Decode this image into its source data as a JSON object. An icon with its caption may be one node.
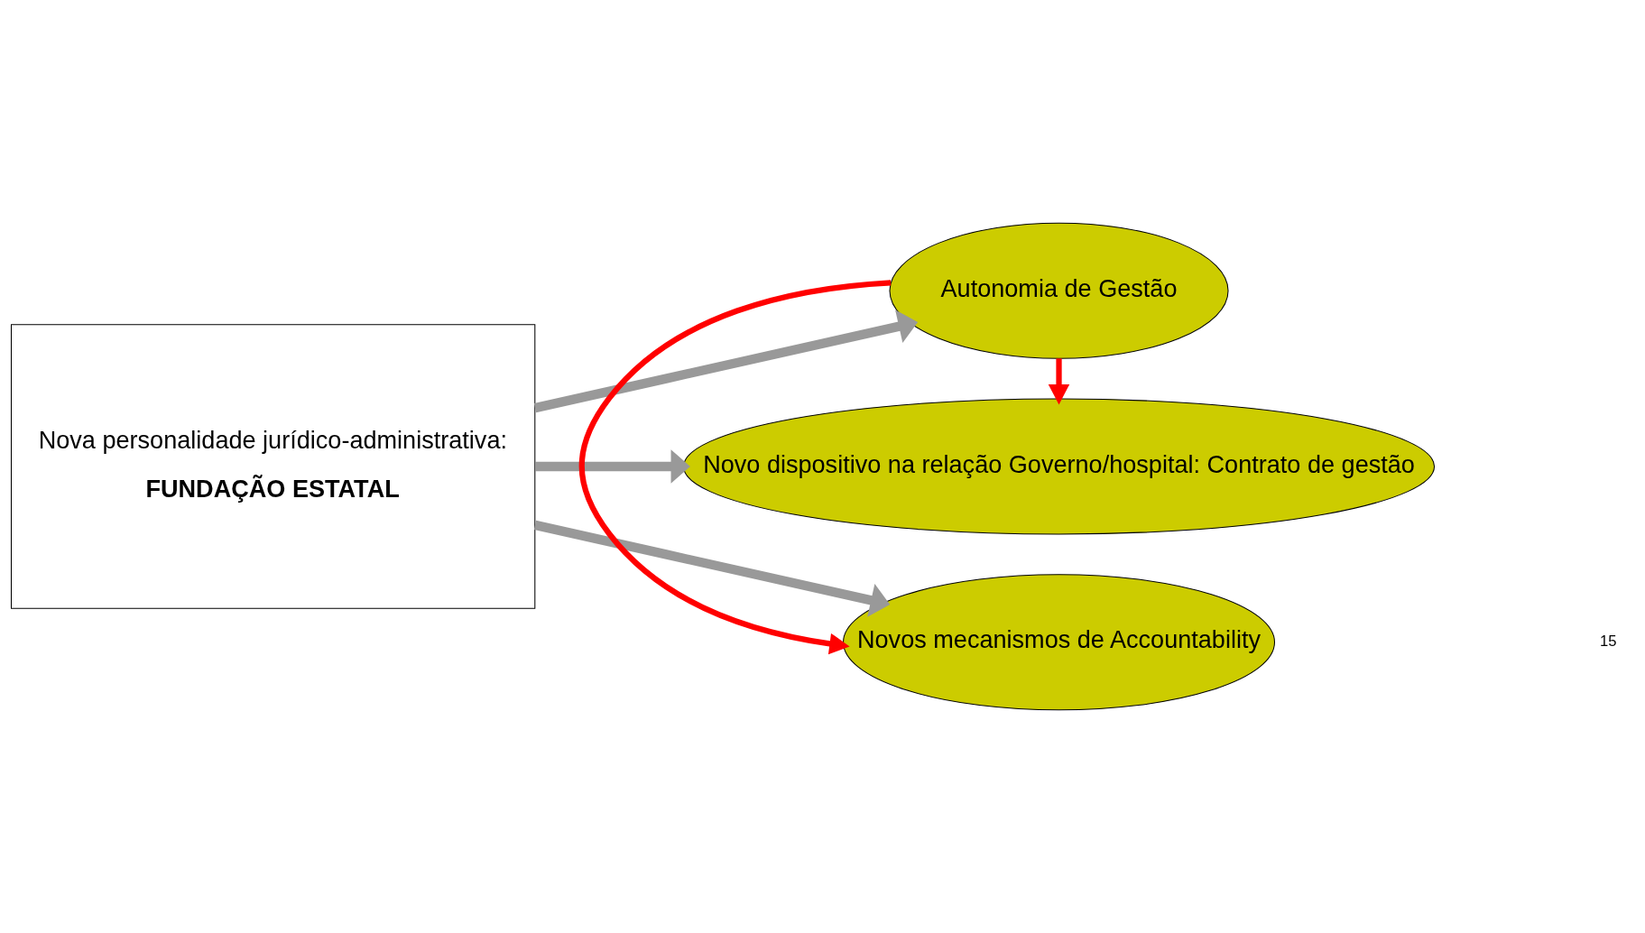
{
  "diagram": {
    "nodes": [
      {
        "text": [
          "Nova personalidade jurídico-administrativa:",
          "FUNDAÇÃO ESTATAL"
        ]
      },
      {
        "text": [
          "Autonomia de Gestão"
        ]
      },
      {
        "text": [
          "Novo dispositivo na relação Governo/hospital: Contrato de gestão"
        ]
      },
      {
        "text": [
          "Novos mecanismos de Accountability"
        ]
      }
    ],
    "edges": [
      {
        "from": 0,
        "to": 1,
        "arrow": "to"
      },
      {
        "from": 0,
        "to": 2,
        "arrow": "to"
      },
      {
        "from": 0,
        "to": 3,
        "arrow": "to"
      },
      {
        "from": 1,
        "to": 2,
        "arrow": "to",
        "color": "#ff0000"
      },
      {
        "from": 1,
        "to": 3,
        "arrow": "to",
        "color": "#ff0000"
      }
    ],
    "labels": [
      "15"
    ]
  }
}
